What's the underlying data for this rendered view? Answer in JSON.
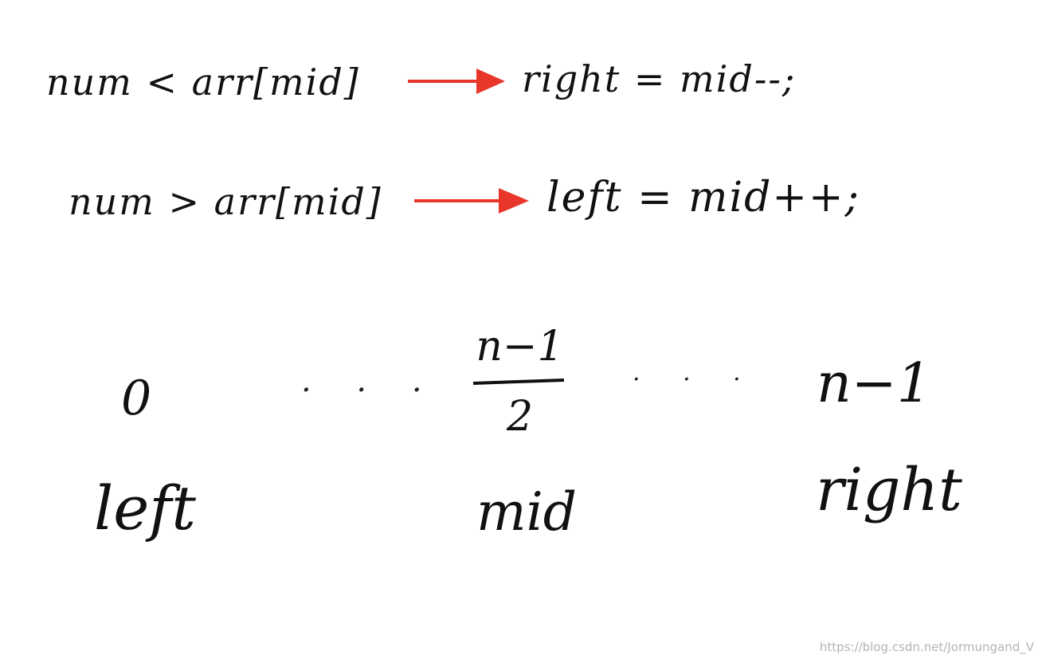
{
  "rules": [
    {
      "condition": "num < arr[mid]",
      "action": "right = mid--;",
      "arrow_color": "#e8372a"
    },
    {
      "condition": "num > arr[mid]",
      "action": "left = mid++;",
      "arrow_color": "#e8372a"
    }
  ],
  "indices": {
    "start": "0",
    "dots_left": "· · ·",
    "mid_numerator": "n−1",
    "mid_denominator": "2",
    "dots_right": "· · ·",
    "end": "n−1"
  },
  "pointers": {
    "left": "left",
    "mid": "mid",
    "right": "right"
  },
  "watermark": "https://blog.csdn.net/Jormungand_V"
}
